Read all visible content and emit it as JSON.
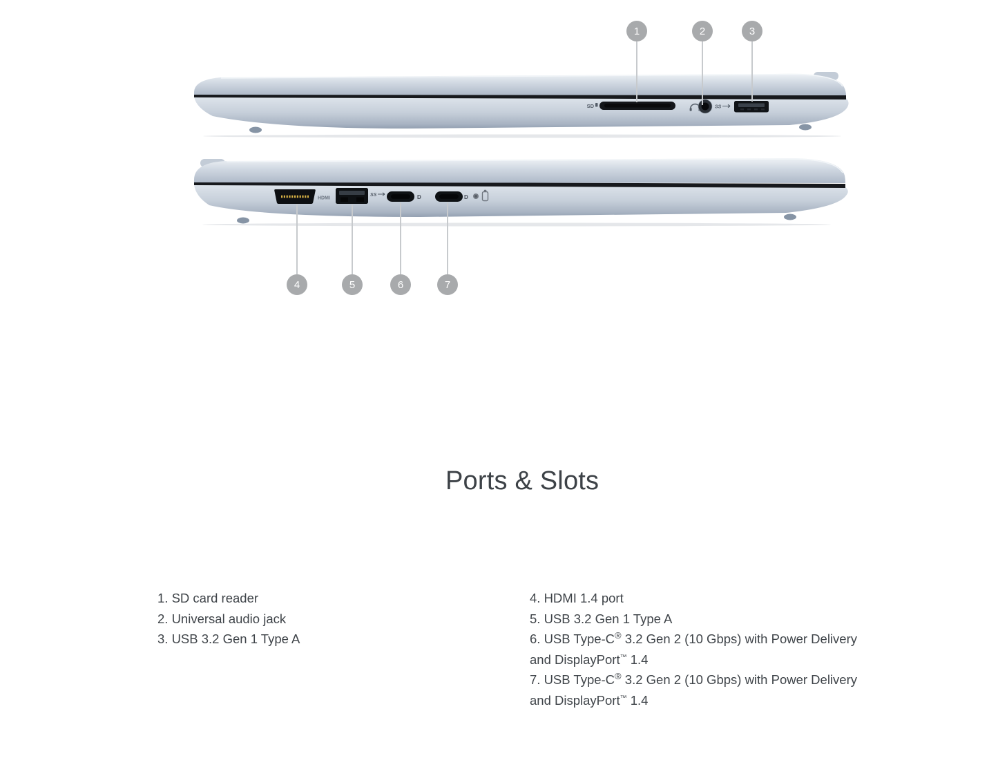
{
  "heading": {
    "title": "Ports & Slots"
  },
  "callouts": {
    "top": [
      "1",
      "2",
      "3"
    ],
    "bottom": [
      "4",
      "5",
      "6",
      "7"
    ]
  },
  "diagram": {
    "top_view": {
      "description": "laptop right-side profile view",
      "sd_label": "SD",
      "ss_usb_label": "SS"
    },
    "bottom_view": {
      "description": "laptop left-side profile view",
      "hdmi_label": "HDMI",
      "ss_usb_label": "SS",
      "displayport_label_1": "D",
      "displayport_label_2": "D"
    }
  },
  "legend": {
    "left": [
      {
        "text": "1. SD card reader"
      },
      {
        "text": "2. Universal audio jack"
      },
      {
        "text": "3. USB 3.2 Gen 1 Type A"
      }
    ],
    "right": [
      {
        "text": "4. HDMI 1.4 port"
      },
      {
        "text": "5. USB 3.2 Gen 1 Type A"
      },
      {
        "pre": "6. USB Type-C",
        "reg": "®",
        "line1": " 3.2 Gen 2 (10 Gbps) with Power Delivery",
        "line2": "and DisplayPort",
        "tm": "™",
        "post": " 1.4"
      },
      {
        "pre": "7. USB Type-C",
        "reg": "®",
        "line1": " 3.2 Gen 2 (10 Gbps) with Power Delivery",
        "line2": "and DisplayPort",
        "tm": "™",
        "post": " 1.4"
      }
    ]
  },
  "colors": {
    "background": "#ffffff",
    "badge": "#a8aaac",
    "leader_line": "#c7cacd",
    "heading_text": "#3d4247",
    "legend_text": "#3f4449",
    "chassis_light": "#eef2f6",
    "chassis_mid": "#c6cfda",
    "chassis_dark": "#93a0b1",
    "port_black": "#101317",
    "hdmi_gold": "#d7b145"
  }
}
